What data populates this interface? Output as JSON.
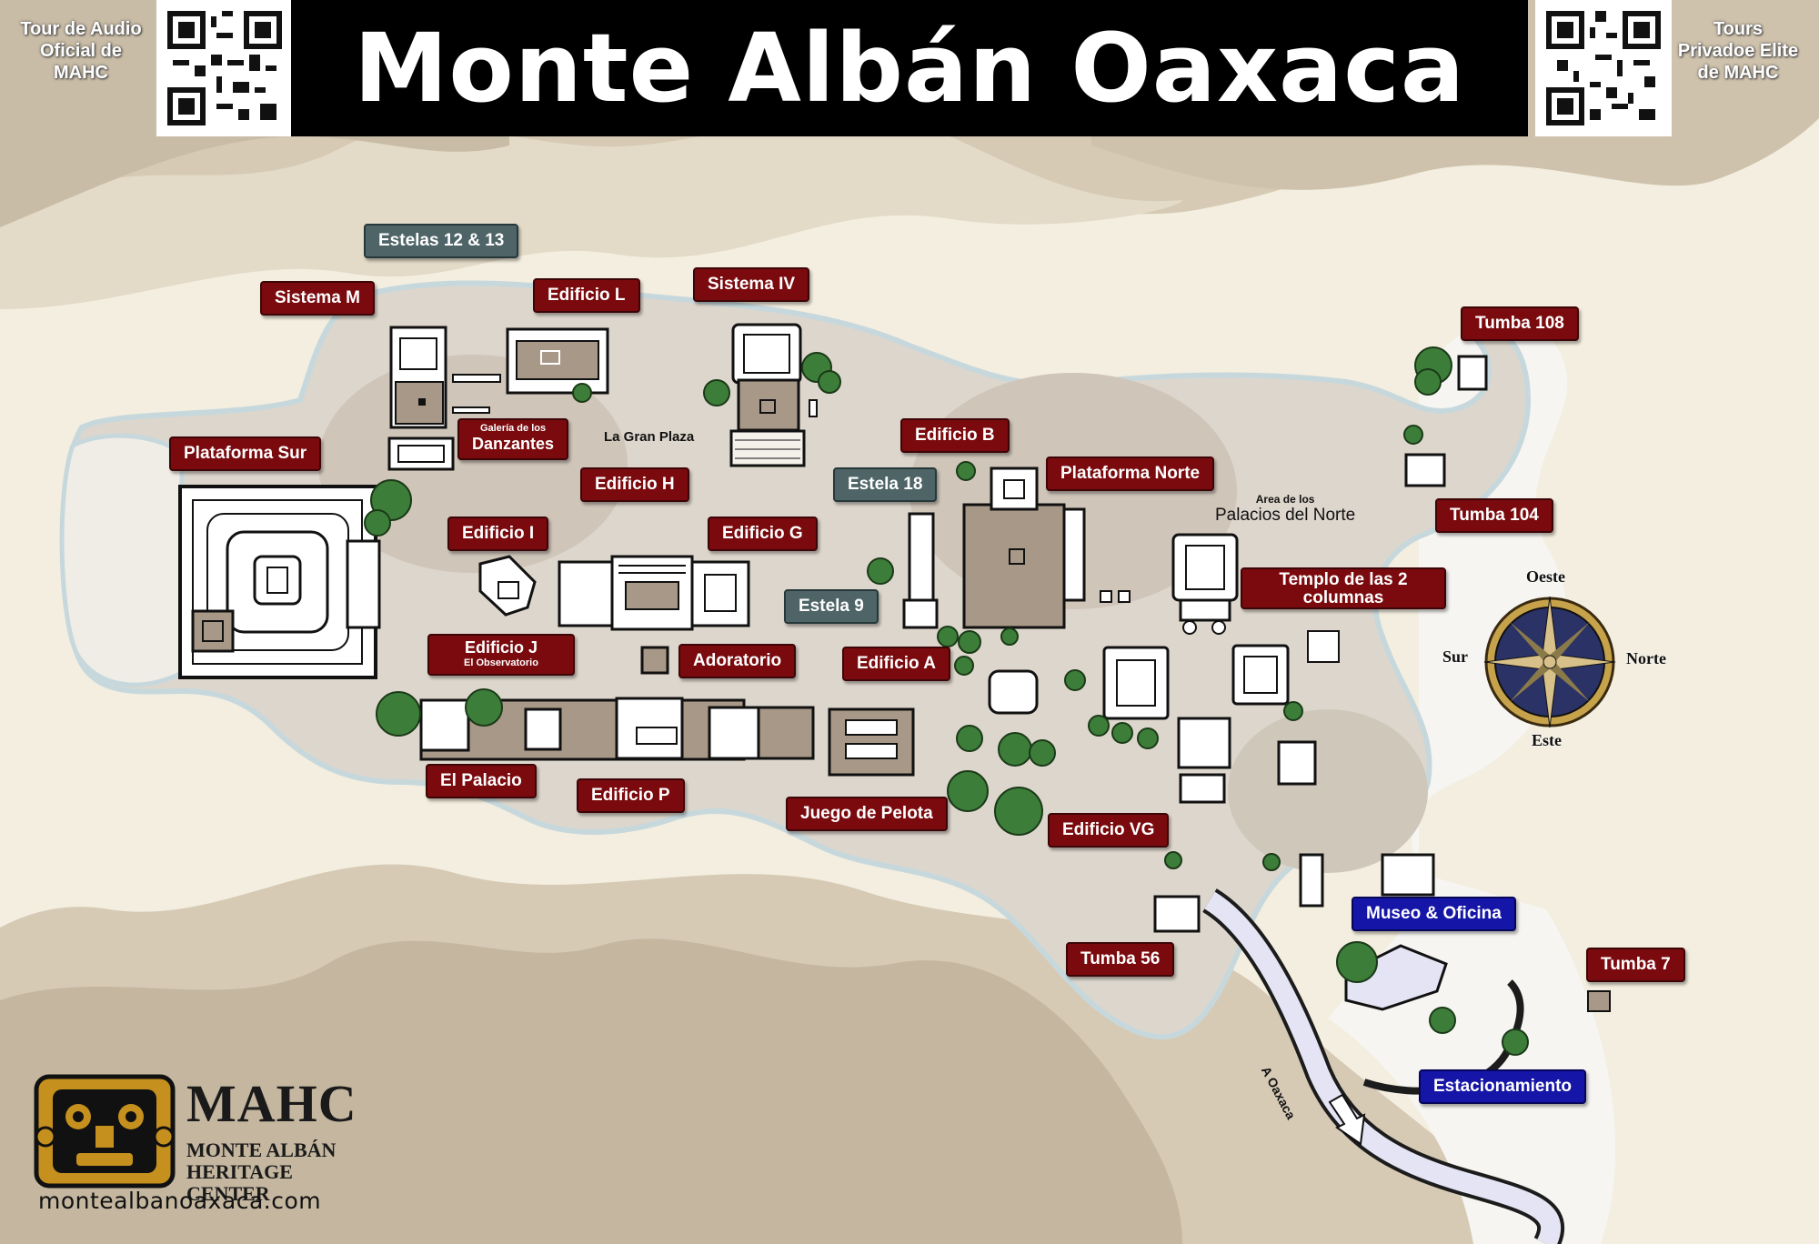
{
  "header": {
    "title": "Monte Albán Oaxaca",
    "left_note": [
      "Tour de Audio",
      "Oficial de",
      "MAHC"
    ],
    "right_note": [
      "Tours",
      "Privadoe Elite",
      "de MAHC"
    ]
  },
  "qr_codes": {
    "left_icon": "qr-code-icon",
    "right_icon": "qr-code-icon"
  },
  "labels": {
    "estelas_12_13": "Estelas 12 & 13",
    "sistema_m": "Sistema M",
    "edificio_l": "Edificio L",
    "sistema_iv": "Sistema IV",
    "tumba_108": "Tumba 108",
    "plataforma_sur": "Plataforma Sur",
    "galeria_line1": "Galería de los",
    "galeria_line2": "Danzantes",
    "gran_plaza": "La Gran Plaza",
    "edificio_b": "Edificio B",
    "estela_18": "Estela 18",
    "plataforma_norte": "Plataforma Norte",
    "edificio_h": "Edificio H",
    "area_line1": "Area de los",
    "area_line2": "Palacios del Norte",
    "tumba_104": "Tumba 104",
    "edificio_i": "Edificio I",
    "edificio_g": "Edificio G",
    "templo_line1": "Templo de las 2",
    "templo_line2": "columnas",
    "estela_9": "Estela  9",
    "edificio_j": "Edificio J",
    "edificio_j_sub": "El Observatorio",
    "adoratorio": "Adoratorio",
    "edificio_a": "Edificio A",
    "el_palacio": "El Palacio",
    "edificio_p": "Edificio P",
    "juego_pelota": "Juego de Pelota",
    "edificio_vg": "Edificio VG",
    "tumba_56": "Tumba 56",
    "museo": "Museo & Oficina",
    "tumba_7": "Tumba 7",
    "estacionamiento": "Estacionamiento",
    "a_oaxaca": "A Oaxaca"
  },
  "compass": {
    "north": "Norte",
    "south": "Sur",
    "east": "Este",
    "west": "Oeste",
    "icon": "compass-rose-icon"
  },
  "logo": {
    "acronym": "MAHC",
    "name_line1": "MONTE ALBÁN",
    "name_line2": "HERITAGE CENTER",
    "url": "montealbanoaxaca.com",
    "icon": "zapotec-mask-icon"
  },
  "colors": {
    "label_red": "#7a0a0e",
    "label_grey": "#4e6467",
    "label_blue": "#1515a8",
    "terrain_light": "#f3eedf",
    "terrain_mid": "#e3dac7",
    "terrain_dark": "#c2b49d",
    "site_ground": "#ddd6cc",
    "structure_brown": "#a89888",
    "tree_green": "#3d7d3a",
    "road": "#e4e4f4"
  }
}
